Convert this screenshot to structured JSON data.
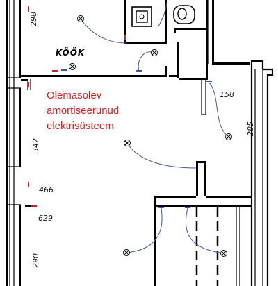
{
  "room_label": "KÖÖK",
  "note_lines": [
    "Olemasolev",
    "amortiseerunud",
    "elektrisüsteem"
  ],
  "dimensions": {
    "d298": "298",
    "d158": "158",
    "d285": "285",
    "d342": "342",
    "d466": "466",
    "d629": "629",
    "d290": "290"
  },
  "colors": {
    "wall": "#000000",
    "wiring": "#3d55a8",
    "note": "#d62020",
    "outlet_tick": "#d61f1f"
  },
  "symbols": {
    "lamp": "ceiling-lamp-icon",
    "toilet": "toilet-icon",
    "sink": "sink-icon"
  }
}
